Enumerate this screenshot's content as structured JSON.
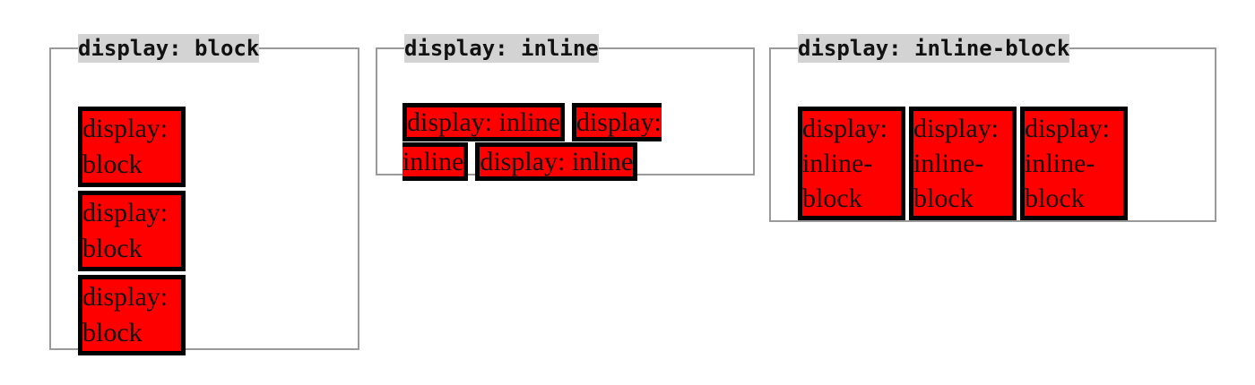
{
  "examples": [
    {
      "legend": "display: block",
      "items": [
        "display: block",
        "display: block",
        "display: block"
      ]
    },
    {
      "legend": "display: inline",
      "items": [
        "display: inline",
        "display: inline",
        "display: inline"
      ]
    },
    {
      "legend": "display: inline-block",
      "items": [
        "display: inline-block",
        "display: inline-block",
        "display: inline-block"
      ]
    }
  ],
  "colors": {
    "box_fill": "#ff0000",
    "box_border": "#000000",
    "legend_background": "#d3d3d3",
    "fieldset_border": "#9a9a9a"
  }
}
